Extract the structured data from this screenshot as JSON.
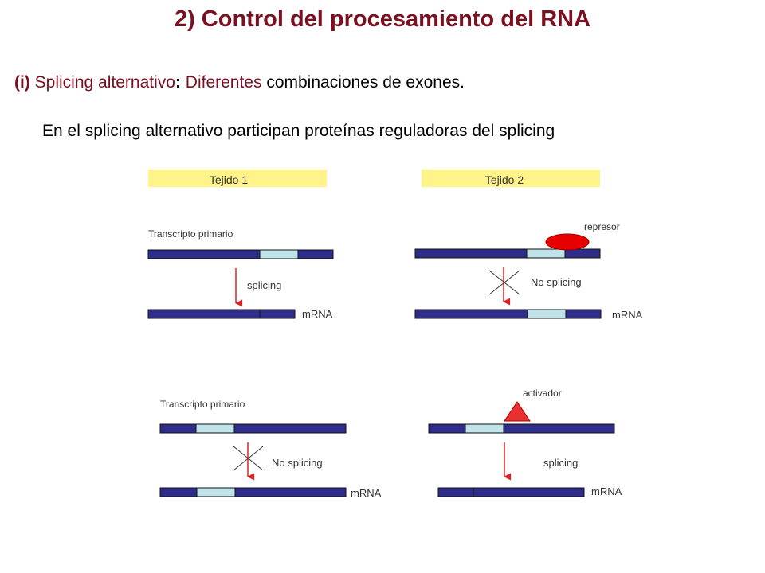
{
  "title": "2) Control del procesamiento del RNA",
  "subtitle": {
    "roman": "(i)",
    "part1": " Splicing alternativo",
    "colon": ":",
    "part2": " Diferentes",
    "part3": " combinaciones de exones."
  },
  "line2": "En el splicing alternativo participan proteínas reguladoras del splicing",
  "tissues": {
    "tejido1": "Tejido 1",
    "tejido2": "Tejido 2"
  },
  "labels": {
    "transcripto_primario_1": "Transcripto primario",
    "splicing_1": "splicing",
    "mrna_1": "mRNA",
    "represor": "represor",
    "no_splicing_2": "No splicing",
    "mrna_2": "mRNA",
    "transcripto_primario_3": "Transcripto primario",
    "no_splicing_3": "No splicing",
    "mrna_3": "mRNA",
    "activador": "activador",
    "splicing_4": "splicing",
    "mrna_4": "mRNA"
  },
  "colors": {
    "exon": "#2e2e8a",
    "alt_exon": "#bfe3e8",
    "arrow": "#e02020",
    "tissue_bg": "#fff38a",
    "represor": "#e60000",
    "activador": "#e83030",
    "title": "#7a1020"
  }
}
